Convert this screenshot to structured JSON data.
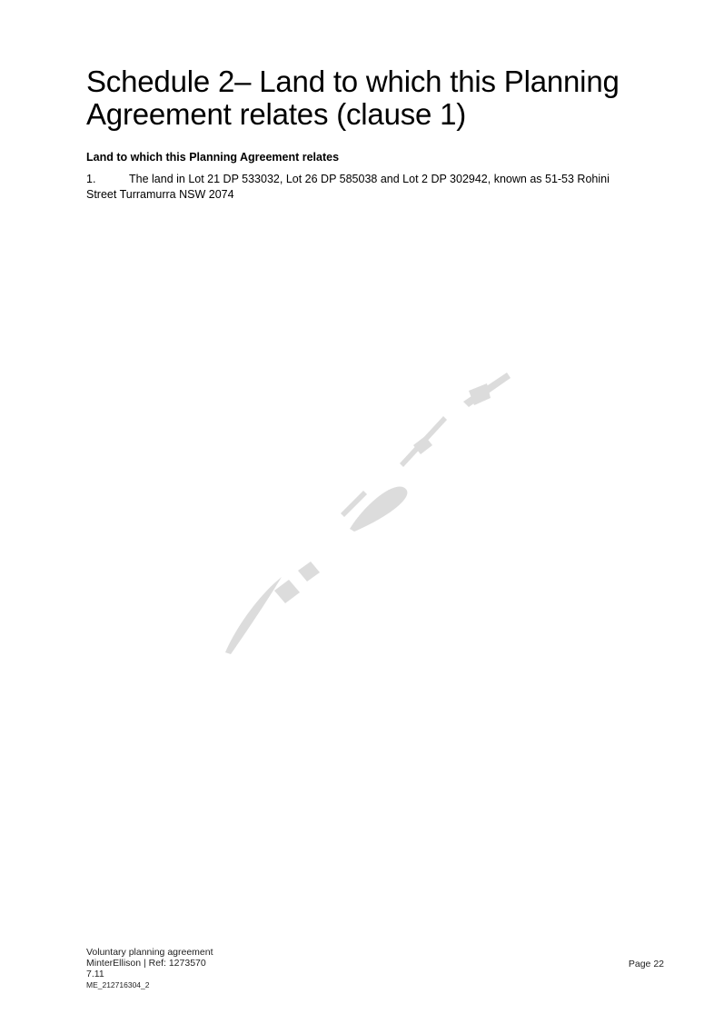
{
  "document": {
    "title_line1": "Schedule 2– Land to which this Planning",
    "title_line2": "Agreement relates (clause 1)",
    "section_heading": "Land to which this Planning Agreement relates",
    "clause": {
      "number": "1.",
      "text_line1": "The land in Lot 21 DP 533032, Lot 26 DP 585038 and Lot 2 DP 302942, known as 51-53 Rohini",
      "text_line2": "Street Turramurra NSW 2074"
    },
    "watermark": {
      "text": "Draft",
      "color": "#d9d9d9"
    }
  },
  "footer": {
    "line1": "Voluntary planning agreement",
    "line2": "MinterEllison | Ref:  1273570",
    "line3": "7.11",
    "line4": "ME_212716304_2",
    "page_label": "Page 22"
  }
}
